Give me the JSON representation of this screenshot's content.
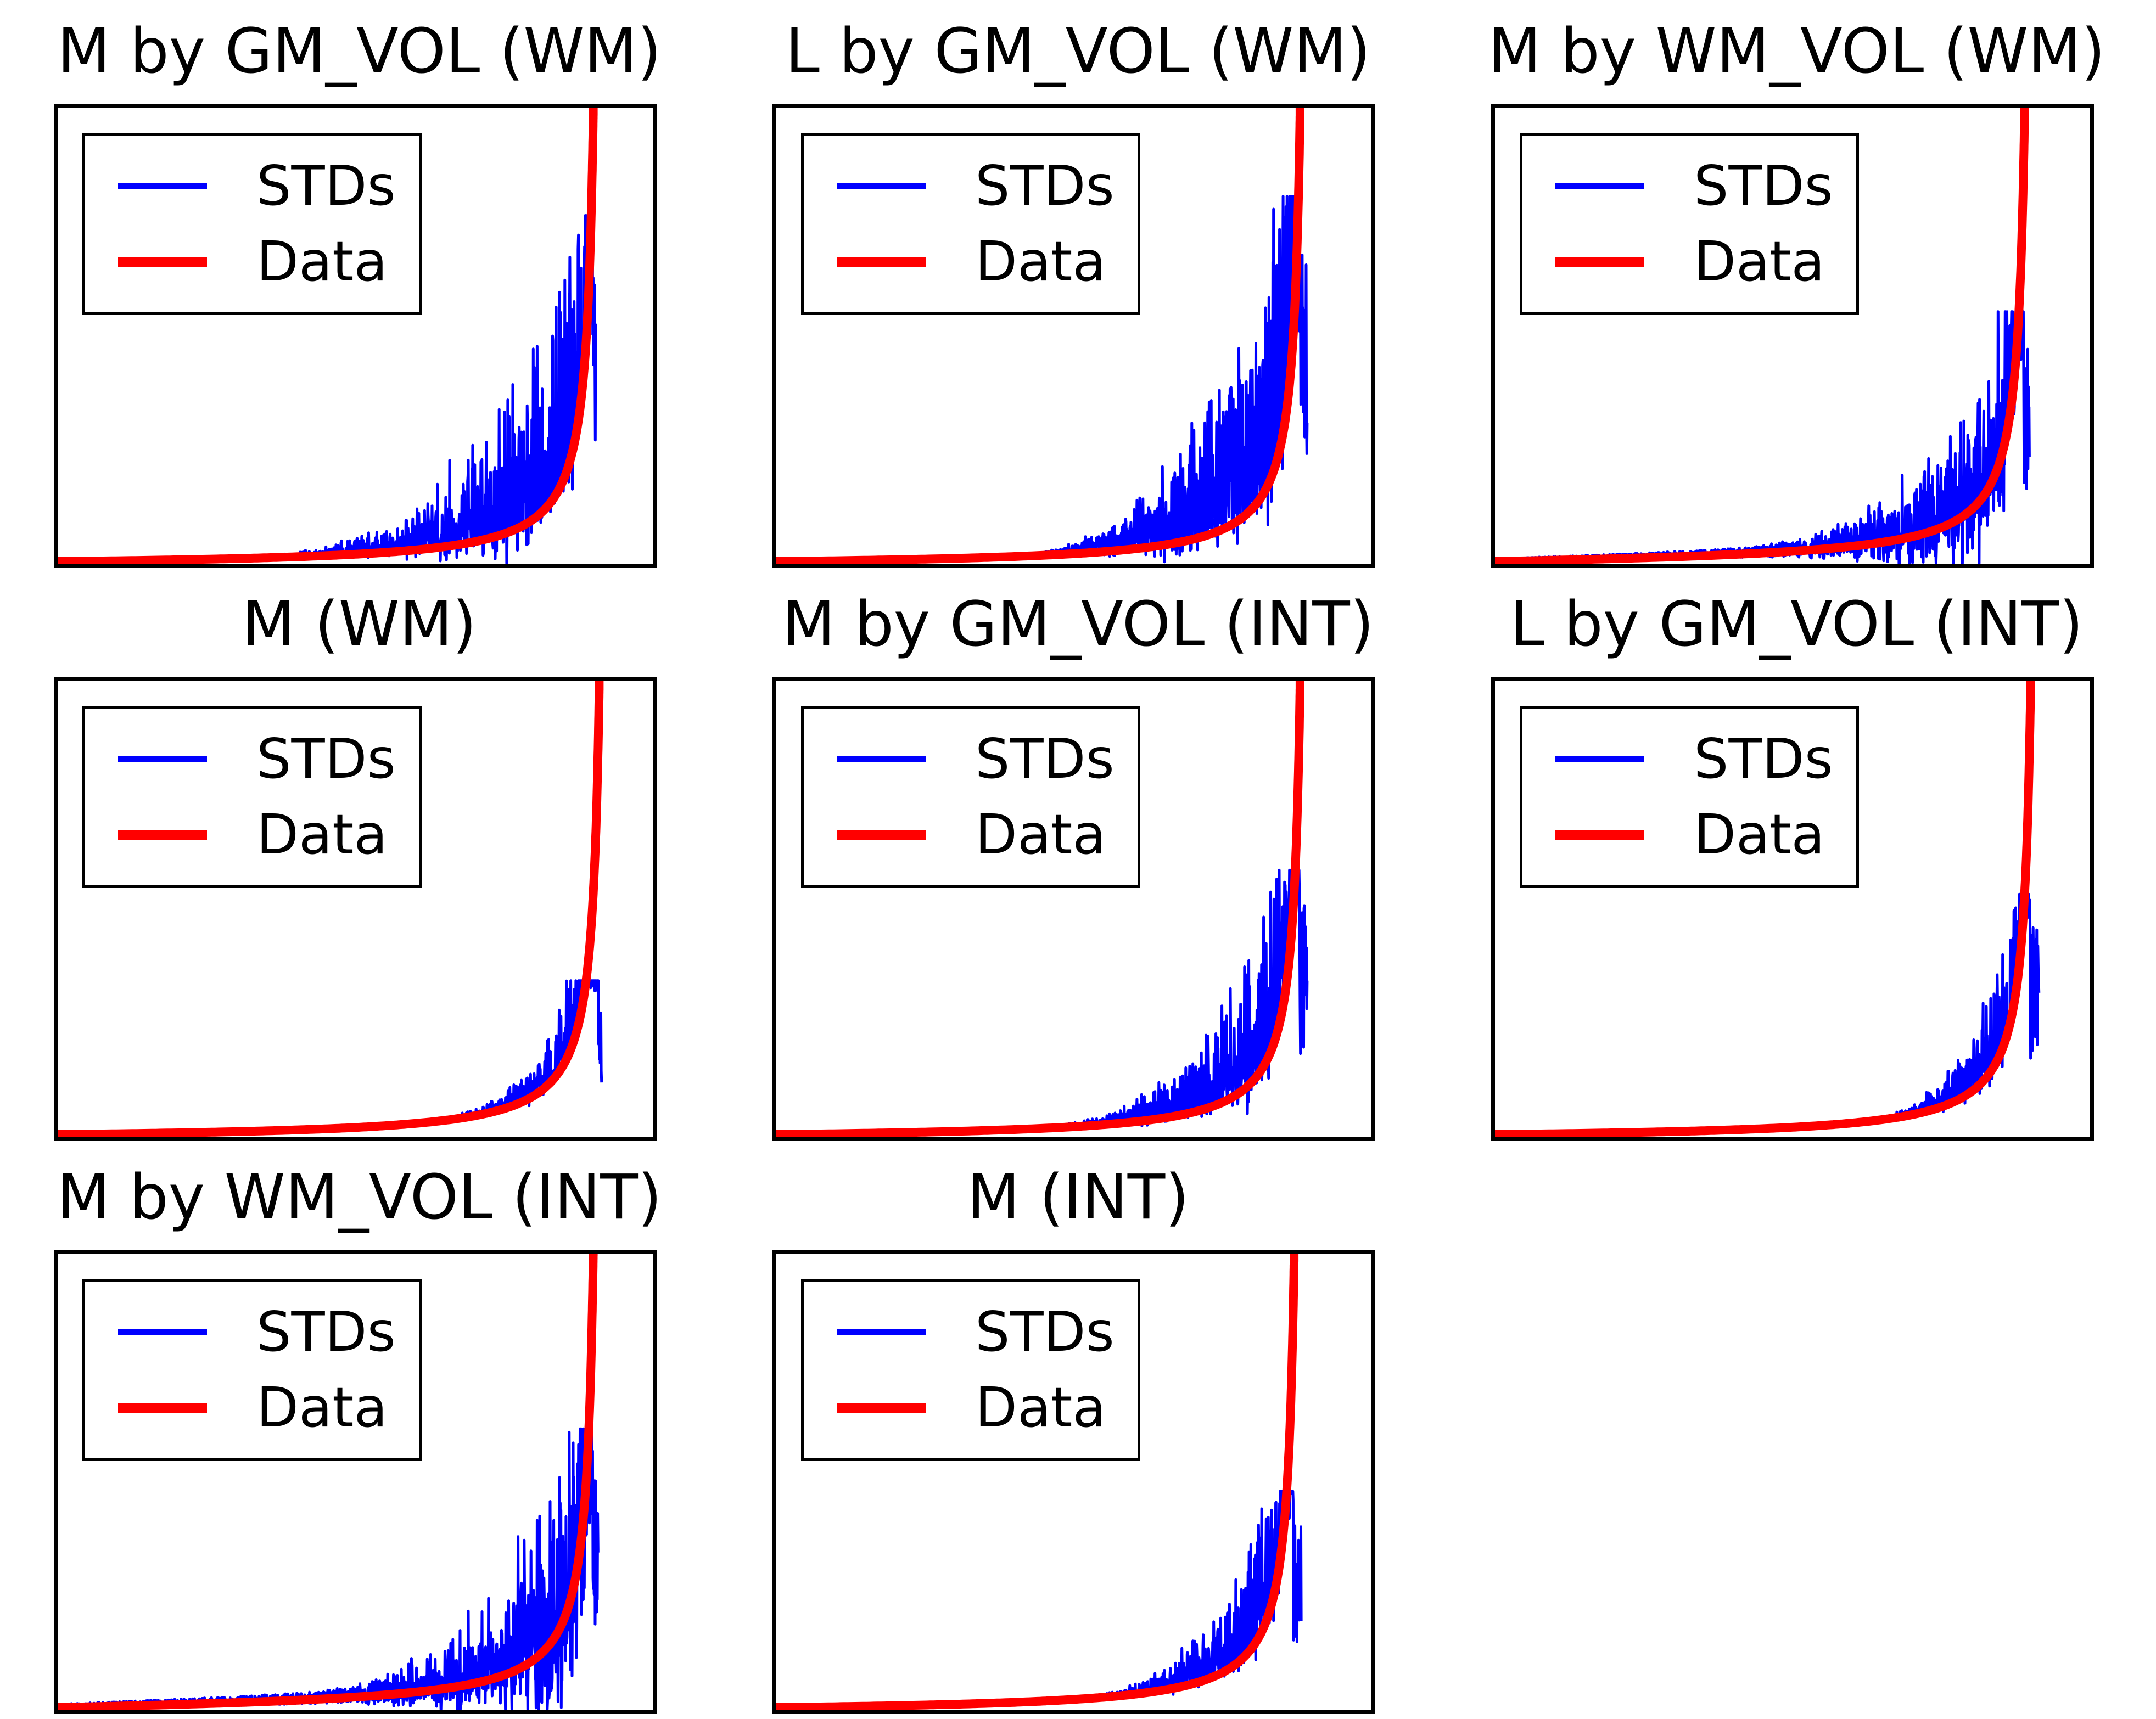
{
  "figure": {
    "background": "#ffffff",
    "frame_color": "#000000",
    "std_color": "#0000ff",
    "data_color": "#ff0000",
    "text_color": "#000000"
  },
  "legend": {
    "items": [
      {
        "label": "STDs",
        "color": "#0000ff"
      },
      {
        "label": "Data",
        "color": "#ff0000"
      }
    ],
    "position": "upper-left"
  },
  "axes_style": {
    "x_tick_labels": [],
    "y_tick_labels": [],
    "ticks_visible": false,
    "frame_on": true
  },
  "grid": {
    "rows": 3,
    "cols": 3,
    "empty_cells": [
      {
        "row": 2,
        "col": 2
      }
    ]
  },
  "chart_data": [
    {
      "type": "line",
      "title": "M by GM_VOL (WM)",
      "series": [
        {
          "name": "STDs",
          "color": "#0000ff"
        },
        {
          "name": "Data",
          "color": "#ff0000"
        }
      ],
      "shape": {
        "rise_x_frac": 0.9,
        "noise_start_frac": 0.3,
        "peak_y_frac": 0.72,
        "baseline_noise_frac": 0.006,
        "noise_both_sides": false,
        "gamma": 2.6,
        "spike_exp": 2.2,
        "flank_frac": 0.004,
        "red_lift": 0,
        "seed": 11
      }
    },
    {
      "type": "line",
      "title": "L by GM_VOL (WM)",
      "series": [
        {
          "name": "STDs",
          "color": "#0000ff"
        },
        {
          "name": "Data",
          "color": "#ff0000"
        }
      ],
      "shape": {
        "rise_x_frac": 0.88,
        "noise_start_frac": 0.4,
        "peak_y_frac": 0.76,
        "baseline_noise_frac": 0.005,
        "noise_both_sides": false,
        "gamma": 2.2,
        "spike_exp": 1.3,
        "flank_frac": 0.012,
        "red_lift": 0,
        "seed": 22
      }
    },
    {
      "type": "line",
      "title": "M by WM_VOL (WM)",
      "series": [
        {
          "name": "STDs",
          "color": "#0000ff"
        },
        {
          "name": "Data",
          "color": "#ff0000"
        }
      ],
      "shape": {
        "rise_x_frac": 0.89,
        "noise_start_frac": 0.35,
        "peak_y_frac": 0.52,
        "baseline_noise_frac": 0.018,
        "noise_both_sides": true,
        "gamma": 2.8,
        "spike_exp": 2.0,
        "flank_frac": 0.008,
        "red_lift": 0.012,
        "seed": 33
      }
    },
    {
      "type": "line",
      "title": "M (WM)",
      "series": [
        {
          "name": "STDs",
          "color": "#0000ff"
        },
        {
          "name": "Data",
          "color": "#ff0000"
        }
      ],
      "shape": {
        "rise_x_frac": 0.91,
        "noise_start_frac": 0.58,
        "peak_y_frac": 0.32,
        "baseline_noise_frac": 0.003,
        "noise_both_sides": false,
        "gamma": 3.0,
        "spike_exp": 2.0,
        "flank_frac": 0.004,
        "red_lift": 0,
        "seed": 44
      }
    },
    {
      "type": "line",
      "title": "M by GM_VOL (INT)",
      "series": [
        {
          "name": "STDs",
          "color": "#0000ff"
        },
        {
          "name": "Data",
          "color": "#ff0000"
        }
      ],
      "shape": {
        "rise_x_frac": 0.88,
        "noise_start_frac": 0.42,
        "peak_y_frac": 0.55,
        "baseline_noise_frac": 0.005,
        "noise_both_sides": false,
        "gamma": 2.6,
        "spike_exp": 1.6,
        "flank_frac": 0.012,
        "red_lift": 0,
        "seed": 55
      }
    },
    {
      "type": "line",
      "title": "L by GM_VOL (INT)",
      "series": [
        {
          "name": "STDs",
          "color": "#0000ff"
        },
        {
          "name": "Data",
          "color": "#ff0000"
        }
      ],
      "shape": {
        "rise_x_frac": 0.9,
        "noise_start_frac": 0.6,
        "peak_y_frac": 0.5,
        "baseline_noise_frac": 0.003,
        "noise_both_sides": false,
        "gamma": 2.8,
        "spike_exp": 1.5,
        "flank_frac": 0.014,
        "red_lift": 0,
        "seed": 66
      }
    },
    {
      "type": "line",
      "title": "M by WM_VOL (INT)",
      "series": [
        {
          "name": "STDs",
          "color": "#0000ff"
        },
        {
          "name": "Data",
          "color": "#ff0000"
        }
      ],
      "shape": {
        "rise_x_frac": 0.9,
        "noise_start_frac": 0.35,
        "peak_y_frac": 0.58,
        "baseline_noise_frac": 0.022,
        "noise_both_sides": true,
        "gamma": 2.8,
        "spike_exp": 2.0,
        "flank_frac": 0.008,
        "red_lift": 0.014,
        "seed": 77
      }
    },
    {
      "type": "line",
      "title": "M (INT)",
      "series": [
        {
          "name": "STDs",
          "color": "#0000ff"
        },
        {
          "name": "Data",
          "color": "#ff0000"
        }
      ],
      "shape": {
        "rise_x_frac": 0.87,
        "noise_start_frac": 0.48,
        "peak_y_frac": 0.45,
        "baseline_noise_frac": 0.004,
        "noise_both_sides": false,
        "gamma": 2.6,
        "spike_exp": 1.8,
        "flank_frac": 0.012,
        "red_lift": 0,
        "seed": 88
      }
    }
  ]
}
